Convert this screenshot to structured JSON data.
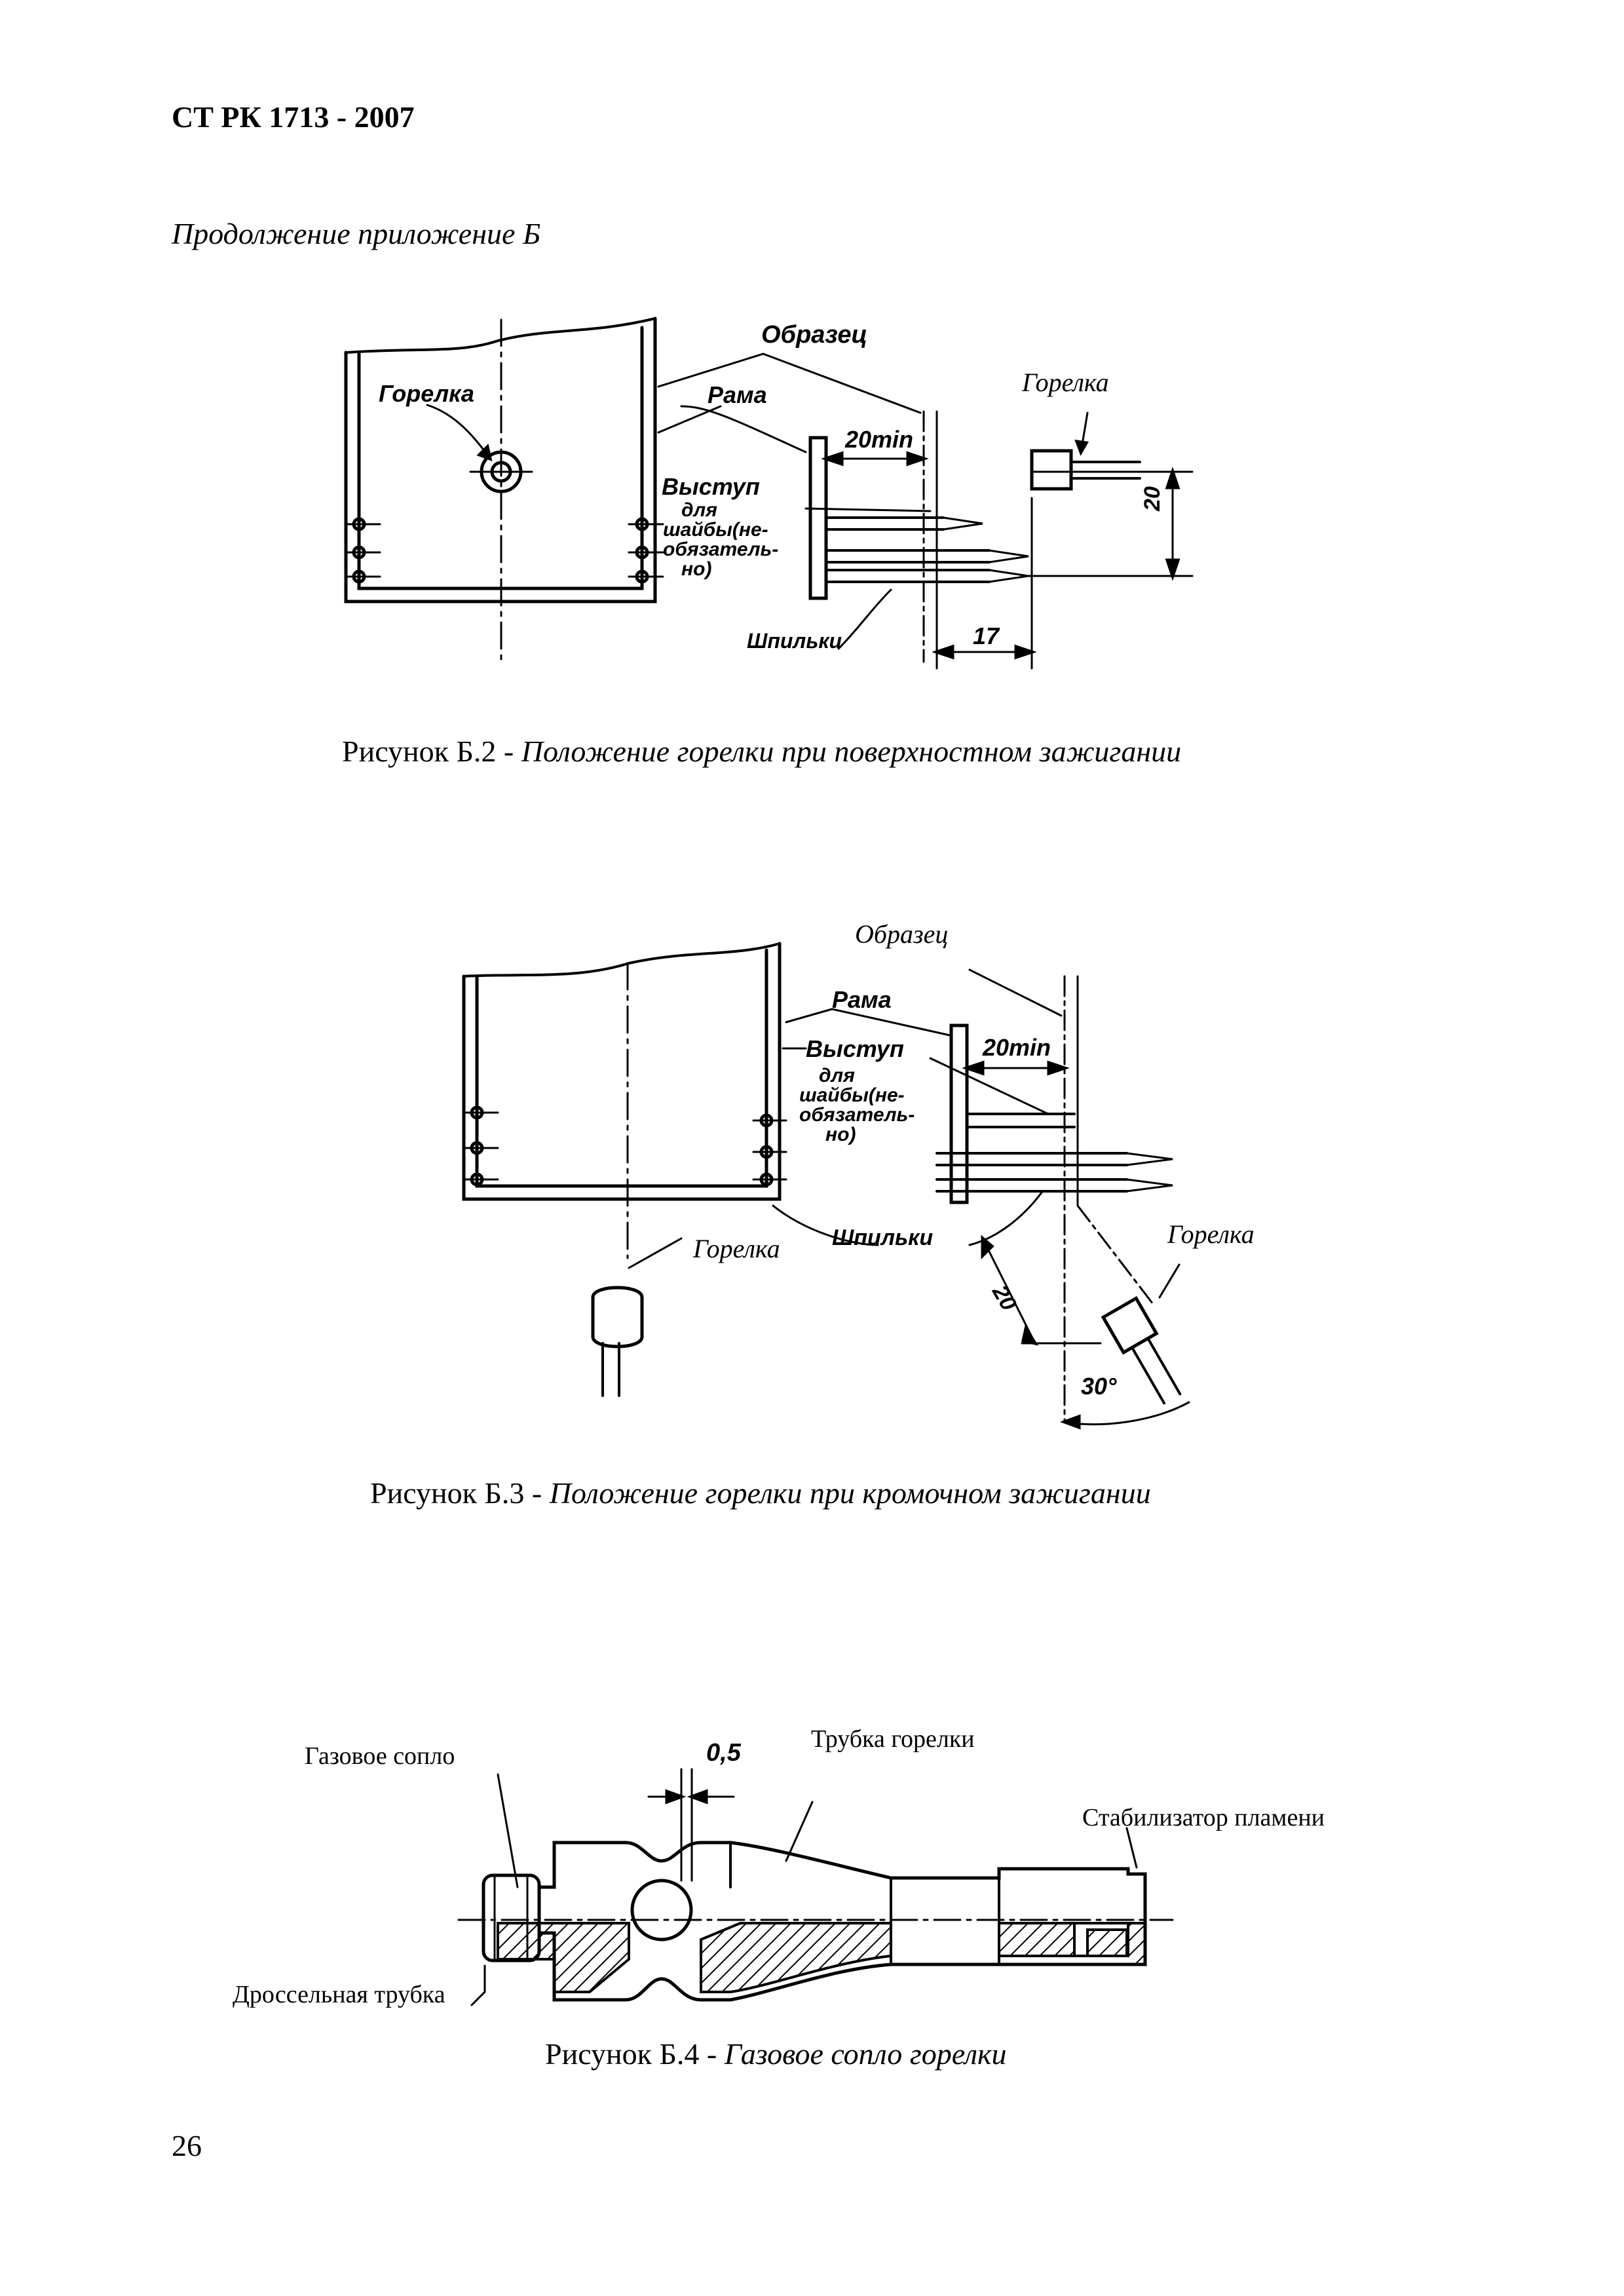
{
  "header": {
    "code": "СТ РК 1713 - 2007"
  },
  "continuation": "Продолжение приложение Б",
  "page_number": "26",
  "figure_b2": {
    "caption_number": "Рисунок Б.2",
    "caption_dash": "-",
    "caption_title": "Положение горелки при поверхностном зажигании",
    "labels": {
      "burner_left": "Горелка",
      "sample": "Образец",
      "frame": "Рама",
      "dim_min": "20min",
      "protrusion": "Выступ",
      "washer_1": "для",
      "washer_2": "шайбы(не-",
      "washer_3": "обязатель-",
      "washer_4": "но)",
      "studs": "Шпильки",
      "burner_right": "Горелка",
      "dim_vertical": "20",
      "dim_horizontal": "17"
    }
  },
  "figure_b3": {
    "caption_number": "Рисунок Б.3",
    "caption_dash": "-",
    "caption_title": "Положение горелки при кромочном зажигании",
    "labels": {
      "sample": "Образец",
      "frame": "Рама",
      "protrusion": "Выступ",
      "dim_min": "20min",
      "washer_1": "для",
      "washer_2": "шайбы(не-",
      "washer_3": "обязатель-",
      "washer_4": "но)",
      "studs": "Шпильки",
      "burner_left": "Горелка",
      "burner_right": "Горелка",
      "dim_20": "20",
      "angle": "30°"
    }
  },
  "figure_b4": {
    "caption_number": "Рисунок Б.4",
    "caption_dash": "-",
    "caption_title": "Газовое сопло горелки",
    "labels": {
      "gas_nozzle": "Газовое сопло",
      "dim": "0,5",
      "burner_tube": "Трубка горелки",
      "flame_stabilizer": "Стабилизатор пламени",
      "throttle_tube": "Дроссельная трубка"
    }
  }
}
